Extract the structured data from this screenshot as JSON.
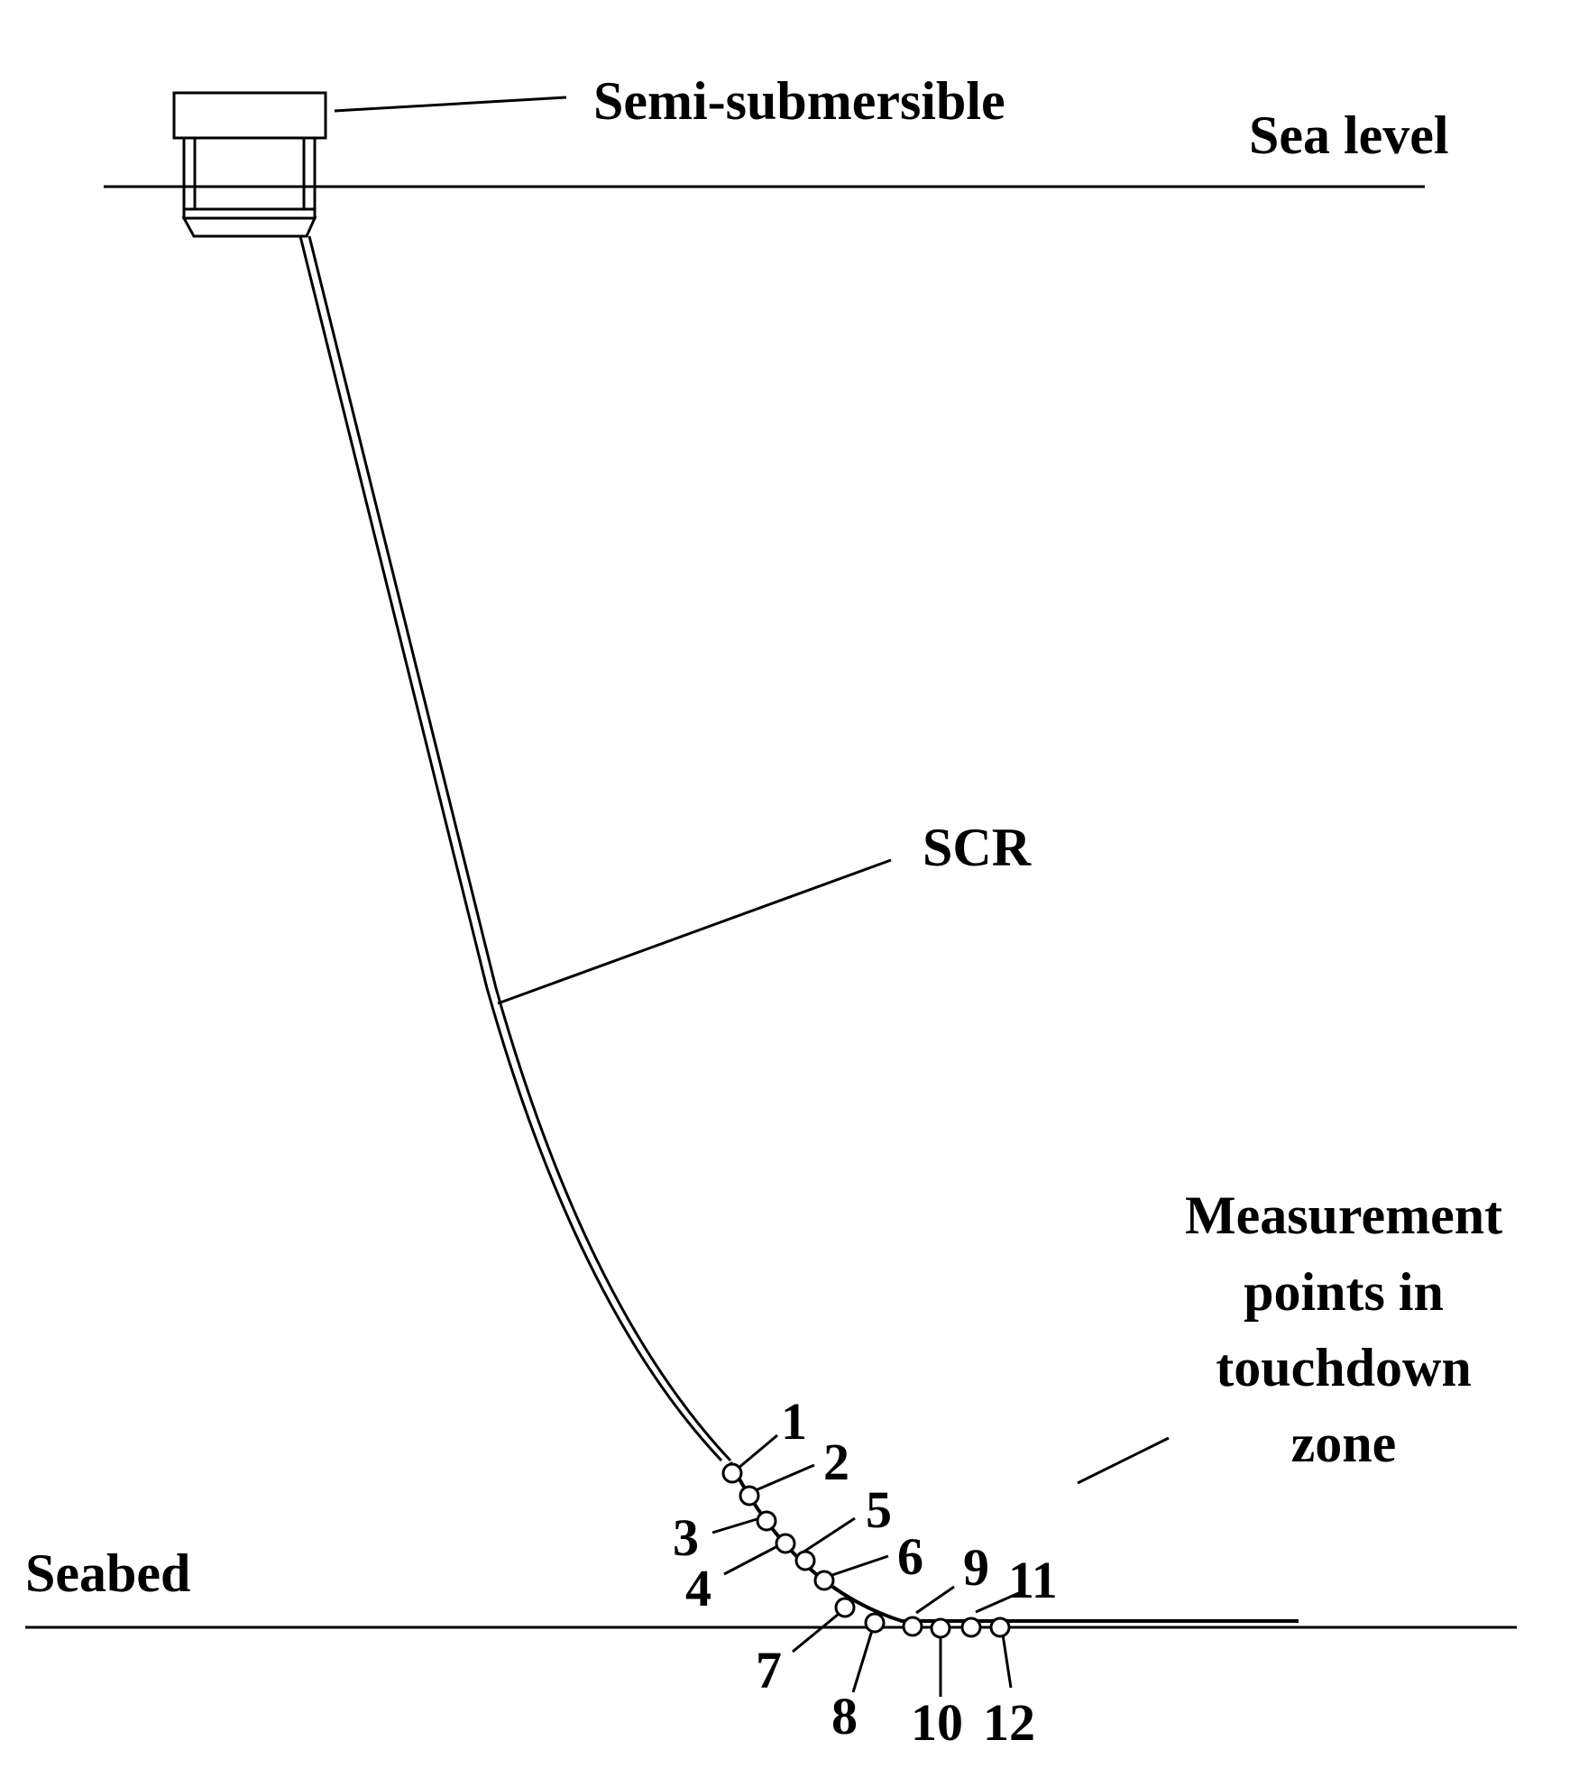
{
  "labels": {
    "vessel": "Semi-submersible",
    "sea_level": "Sea level",
    "riser": "SCR",
    "measurement": [
      "Measurement",
      "points in",
      "touchdown",
      "zone"
    ],
    "seabed": "Seabed"
  },
  "points": [
    "1",
    "2",
    "3",
    "4",
    "5",
    "6",
    "7",
    "8",
    "9",
    "10",
    "11",
    "12"
  ]
}
